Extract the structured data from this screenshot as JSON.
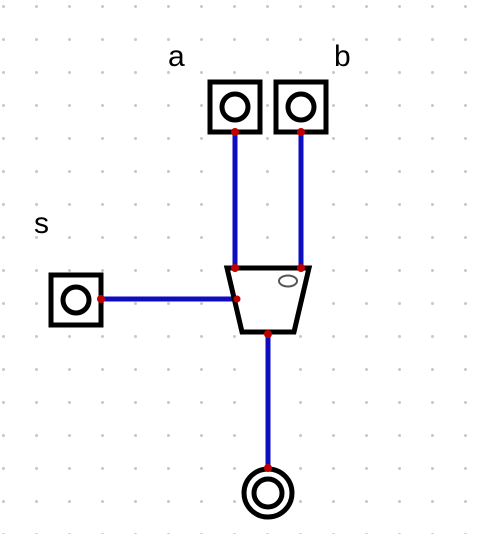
{
  "circuit": {
    "inputs": [
      {
        "label": "a"
      },
      {
        "label": "b"
      },
      {
        "label": "s"
      }
    ],
    "output": {
      "label": ""
    },
    "components": {
      "multiplexer": {
        "select_indicator": "0"
      }
    }
  },
  "colors": {
    "wire": "#0d0dbf",
    "pin": "#000000",
    "connection_dot": "#c00000",
    "grid_dot": "#c9c9c9"
  }
}
